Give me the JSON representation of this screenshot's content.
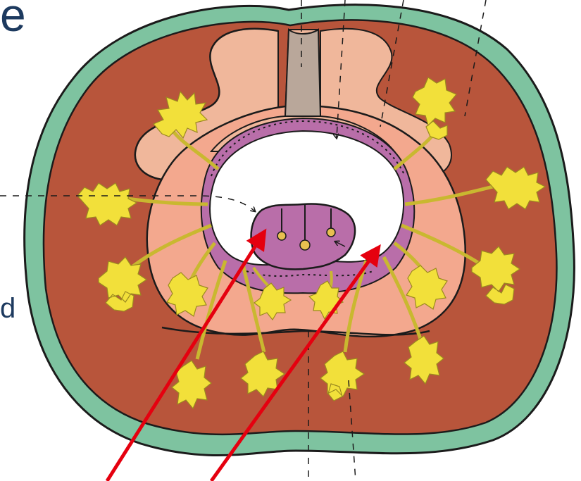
{
  "slide": {
    "title_fragment": "e",
    "text_fragment": "d"
  },
  "colors": {
    "background": "#ffffff",
    "text": "#1d3a5f",
    "outline": "#1b1b1b",
    "ectoderm_green": "#7ec3a0",
    "mesenchyme_red": "#b8553b",
    "pale_zone": "#f0b79b",
    "inner_pink": "#f3a88e",
    "neural_purple": "#b96ea9",
    "lumen_white": "#ffffff",
    "notochord_gray": "#b9a79a",
    "yellow_structures": "#f2e03a",
    "pointer_arrows": "#e5000f"
  },
  "icons": [
    "red-pointer-arrow",
    "dashed-leader-line"
  ]
}
